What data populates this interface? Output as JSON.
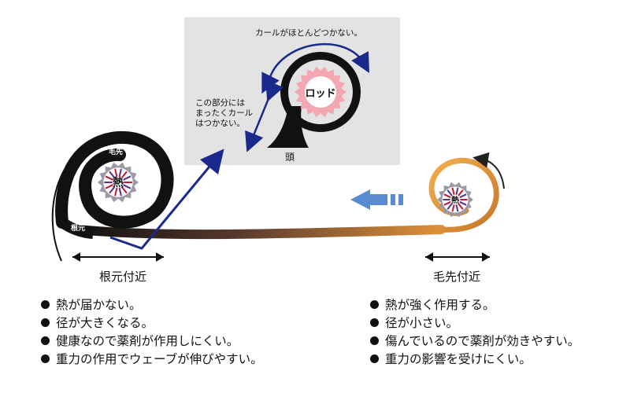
{
  "inset": {
    "top_note": "カールがほとんどつかない。",
    "side_note": [
      "この部分には",
      "まったくカール",
      "はつかない。"
    ],
    "rod_label": "ロッド",
    "head_label": "頭"
  },
  "root_curl": {
    "tip_label": "毛先",
    "root_label": "根元",
    "heat_label": "熱"
  },
  "tip_curl": {
    "heat_label": "熱"
  },
  "root_section": {
    "caption": "根元付近",
    "bullets": [
      "熱が届かない。",
      "径が大きくなる。",
      "健康なので薬剤が作用しにくい。",
      "重力の作用でウェーブが伸びやすい。"
    ]
  },
  "tip_section": {
    "caption": "毛先付近",
    "bullets": [
      "熱が強く作用する。",
      "径が小さい。",
      "傷んでいるので薬剤が効きやすい。",
      "重力の影響を受けにくい。"
    ]
  },
  "colors": {
    "hair_black": "#111111",
    "hair_brown": "#4a2a1c",
    "hair_orange": "#e0913a",
    "inset_bg": "#e3e3e3",
    "rod_pink": "#f3a7b0",
    "navy_arrow": "#1a2a8c",
    "pale_blue_arrow": "#5a8bd0",
    "heat_red": "#c0182c",
    "heat_purple": "#5a2f8a"
  }
}
